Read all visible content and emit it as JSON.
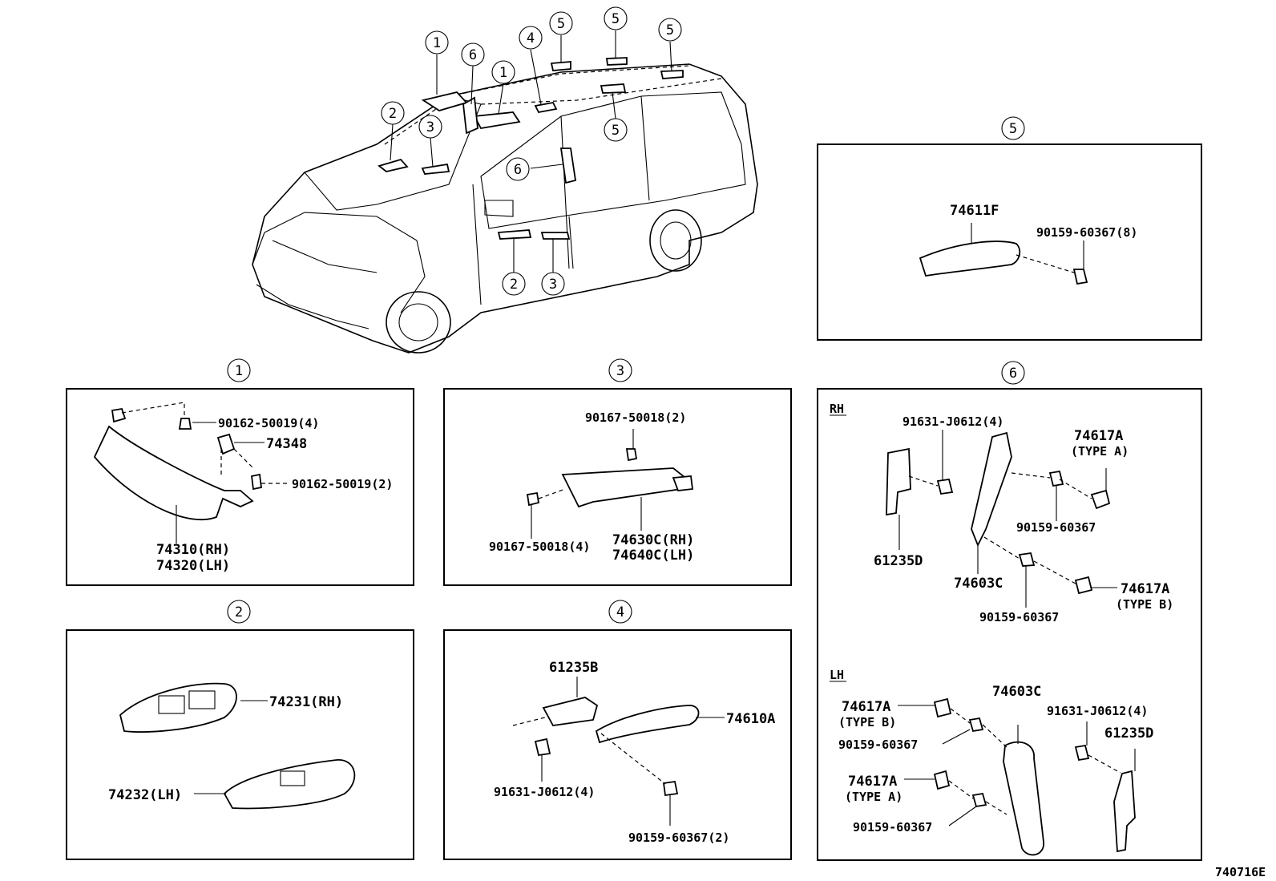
{
  "callouts": {
    "c1": "1",
    "c2": "2",
    "c3": "3",
    "c4": "4",
    "c5": "5",
    "c6": "6"
  },
  "panel1": {
    "title": "1",
    "parts": {
      "screw_4": "90162-50019(4)",
      "clip": "74348",
      "screw_2": "90162-50019(2)",
      "visor_rh": "74310(RH)",
      "visor_lh": "74320(LH)"
    }
  },
  "panel2": {
    "title": "2",
    "parts": {
      "rh": "74231(RH)",
      "lh": "74232(LH)"
    }
  },
  "panel3": {
    "title": "3",
    "parts": {
      "screw_2": "90167-50018(2)",
      "screw_4": "90167-50018(4)",
      "grip_rh": "74630C(RH)",
      "grip_lh": "74640C(LH)"
    }
  },
  "panel4": {
    "title": "4",
    "parts": {
      "bracket": "61235B",
      "grip": "74610A",
      "bolt": "91631-J0612(4)",
      "screw": "90159-60367(2)"
    }
  },
  "panel5": {
    "title": "5",
    "parts": {
      "grip": "74611F",
      "screw": "90159-60367(8)"
    }
  },
  "panel6": {
    "title": "6",
    "rh": {
      "label": "RH",
      "bolt": "91631-J0612(4)",
      "bracket": "61235D",
      "cover_a": "74617A",
      "type_a": "(TYPE A)",
      "screw_1": "90159-60367",
      "grip": "74603C",
      "screw_2": "90159-60367",
      "cover_b": "74617A",
      "type_b": "(TYPE B)"
    },
    "lh": {
      "label": "LH",
      "cover_b": "74617A",
      "type_b": "(TYPE B)",
      "grip": "74603C",
      "bolt": "91631-J0612(4)",
      "screw_1": "90159-60367",
      "bracket": "61235D",
      "cover_a": "74617A",
      "type_a": "(TYPE A)",
      "screw_2": "90159-60367"
    }
  },
  "figure_id": "740716E"
}
